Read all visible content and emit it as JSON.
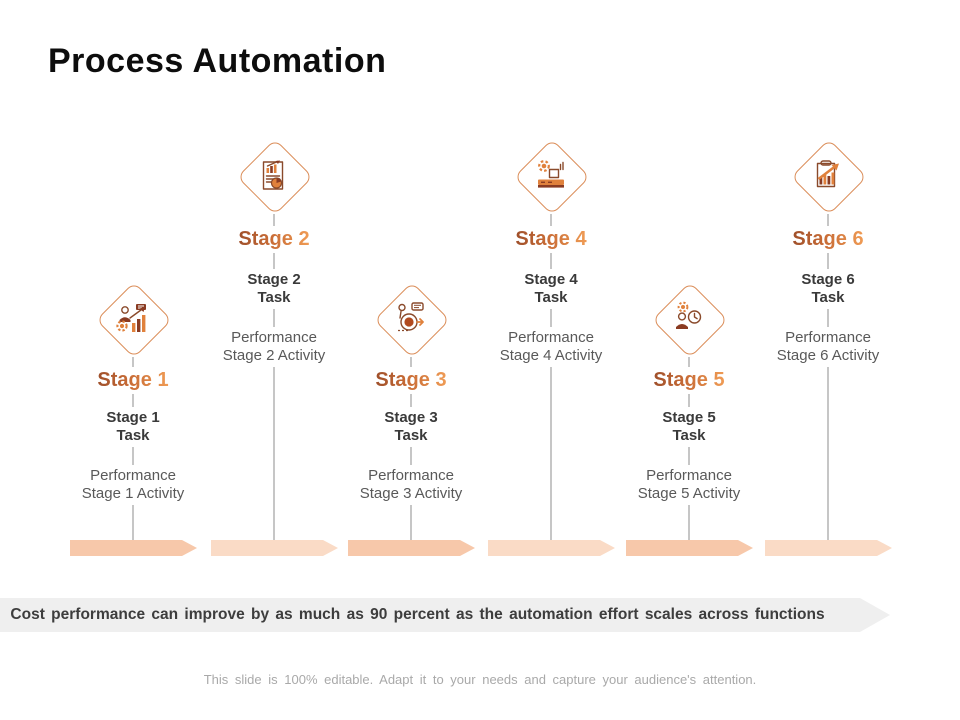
{
  "title": "Process Automation",
  "banner": {
    "text": "Cost performance can improve by as much as 90 percent as the automation effort scales across functions"
  },
  "footer": {
    "text": "This slide is 100% editable. Adapt it to your needs and capture your audience's attention."
  },
  "colors": {
    "stage_label_gradient_dark": "#9e4f2a",
    "stage_label_gradient_light": "#f09c55",
    "diamond_border": "#db8e5a",
    "icon_orange": "#e0813c",
    "icon_brown": "#8a3b22",
    "flow_arrow_dark": "#f7c8aa",
    "flow_arrow_light": "#fadbc6",
    "banner_bg": "#efefef",
    "banner_text": "#3d3d3d",
    "task_text": "#3a3a3a",
    "activity_text": "#595959",
    "connector_gray": "#c6c6c6",
    "footer_text": "#a9a9a9",
    "title_text": "#0d0d0d"
  },
  "stages": [
    {
      "id": 1,
      "row": "bottom",
      "icon": "person-analytics-gear-icon",
      "label": "Stage 1",
      "task_line1": "Stage 1",
      "task_line2": "Task",
      "activity_line1": "Performance",
      "activity_line2": "Stage 1 Activity",
      "arrow_shade": "dark"
    },
    {
      "id": 2,
      "row": "top",
      "icon": "report-document-icon",
      "label": "Stage 2",
      "task_line1": "Stage 2",
      "task_line2": "Task",
      "activity_line1": "Performance",
      "activity_line2": "Stage 2 Activity",
      "arrow_shade": "light"
    },
    {
      "id": 3,
      "row": "bottom",
      "icon": "agile-sprint-icon",
      "label": "Stage 3",
      "task_line1": "Stage 3",
      "task_line2": "Task",
      "activity_line1": "Performance",
      "activity_line2": "Stage 3 Activity",
      "arrow_shade": "dark"
    },
    {
      "id": 4,
      "row": "top",
      "icon": "automation-machine-icon",
      "label": "Stage 4",
      "task_line1": "Stage 4",
      "task_line2": "Task",
      "activity_line1": "Performance",
      "activity_line2": "Stage 4 Activity",
      "arrow_shade": "light"
    },
    {
      "id": 5,
      "row": "bottom",
      "icon": "person-time-gear-icon",
      "label": "Stage 5",
      "task_line1": "Stage 5",
      "task_line2": "Task",
      "activity_line1": "Performance",
      "activity_line2": "Stage 5 Activity",
      "arrow_shade": "dark"
    },
    {
      "id": 6,
      "row": "top",
      "icon": "growth-report-icon",
      "label": "Stage 6",
      "task_line1": "Stage 6",
      "task_line2": "Task",
      "activity_line1": "Performance",
      "activity_line2": "Stage 6 Activity",
      "arrow_shade": "light"
    }
  ]
}
